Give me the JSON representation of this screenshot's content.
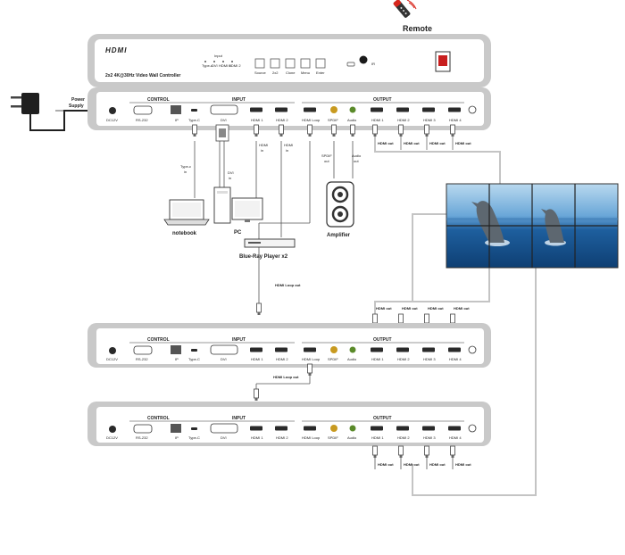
{
  "remote": {
    "label": "Remote"
  },
  "power": {
    "label_line1": "Power",
    "label_line2": "Supply"
  },
  "controller": {
    "logo": "HDMI",
    "title": "2x2 4K@30Hz Video Wall Controller",
    "led_labels": [
      "Type-c",
      "DVI",
      "HDMI 1",
      "HDMI 2"
    ],
    "led_group_label": "Input",
    "buttons": [
      "Source",
      "2x2",
      "Clone",
      "Menu",
      "Enter"
    ],
    "ir_label": "IR"
  },
  "panel": {
    "section_control": "CONTROL",
    "section_input": "INPUT",
    "section_output": "OUTPUT",
    "port_labels": {
      "dc": "DC12V",
      "rs232": "RS-232",
      "ip": "IP",
      "typec": "Type-C",
      "dvi": "DVI",
      "hdmi1": "HDMI 1",
      "hdmi2": "HDMI 2",
      "hdmi_loop": "HDMI Loop",
      "spdif": "SPDIF",
      "audio": "Audio",
      "out1": "HDMI 1",
      "out2": "HDMI 2",
      "out3": "HDMI 3",
      "out4": "HDMI 4"
    }
  },
  "cables": {
    "hdmi_out": "HDMI out",
    "typec_in_1": "Type-c",
    "typec_in_2": "in",
    "dvi_in_1": "DVI",
    "dvi_in_2": "in",
    "hdmi_in_1": "HDMI",
    "hdmi_in_2": "in",
    "spdif_out_1": "SPDIF",
    "spdif_out_2": "out",
    "audio_out_1": "Audio",
    "audio_out_2": "out",
    "hdmi_loop_out": "HDMI Loop out"
  },
  "devices": {
    "notebook": "notebook",
    "pc": "PC",
    "bluray": "Blue-Ray Player  x2",
    "amplifier": "Amplifier"
  },
  "colors": {
    "chassis_outer": "#c9c9c9",
    "chassis_inner": "#ffffff",
    "port_dark": "#2a2a2a",
    "cable": "#bfbfbf",
    "sea_top": "#6aa7d8",
    "sea_bottom": "#0e3f73",
    "remote_red": "#d8261c"
  }
}
